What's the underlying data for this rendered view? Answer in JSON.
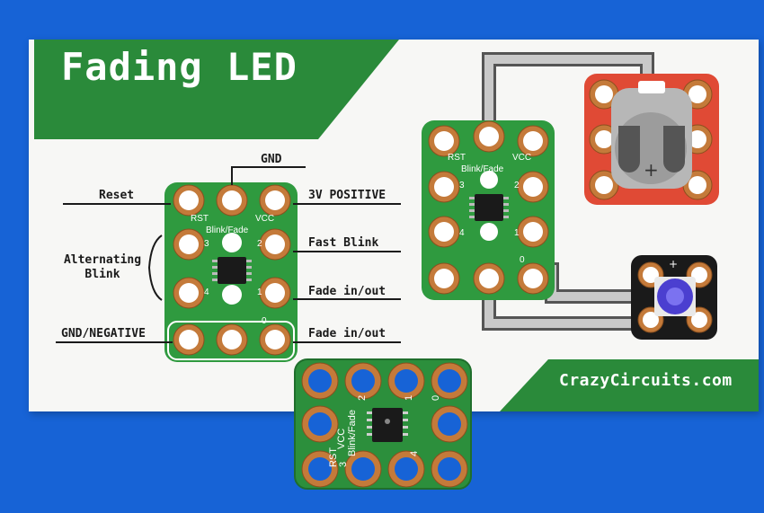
{
  "card": {
    "title": "Fading LED",
    "url": "CrazyCircuits.com",
    "brand_green": "#2a8a3a",
    "background_blue": "#1763d6"
  },
  "diagram": {
    "labels": {
      "gnd_top": "GND",
      "reset": "Reset",
      "alternating": "Alternating\nBlink",
      "gnd_negative": "GND/NEGATIVE",
      "positive": "3V POSITIVE",
      "fast_blink": "Fast Blink",
      "fade_1": "Fade in/out",
      "fade_0": "Fade in/out"
    },
    "board": {
      "rst": "RST",
      "vcc": "VCC",
      "name": "Blink/Fade",
      "pin3": "3",
      "pin2": "2",
      "pin4": "4",
      "pin1": "1",
      "pin0": "0"
    }
  },
  "icons": [
    "coin-battery-holder",
    "led-module",
    "blink-fade-chip-board"
  ]
}
